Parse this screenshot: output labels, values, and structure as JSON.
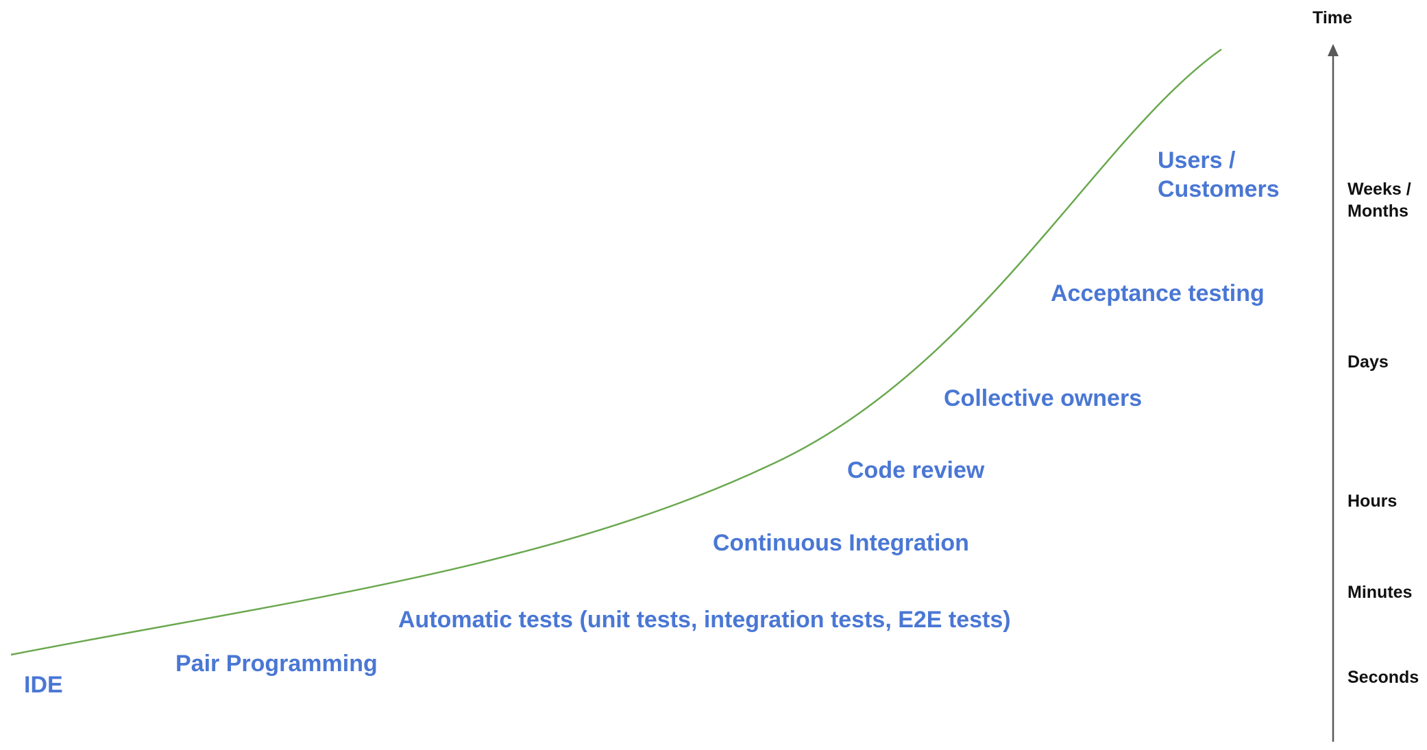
{
  "axis": {
    "title": "Time",
    "levels": {
      "weeks_line1": "Weeks /",
      "weeks_line2": "Months",
      "days": "Days",
      "hours": "Hours",
      "minutes": "Minutes",
      "seconds": "Seconds"
    }
  },
  "practices": {
    "ide": "IDE",
    "pair_programming": "Pair Programming",
    "automatic_tests": "Automatic tests (unit tests, integration tests, E2E tests)",
    "continuous_integration": "Continuous Integration",
    "code_review": "Code review",
    "collective_owners": "Collective owners",
    "acceptance_testing": "Acceptance testing",
    "users_line1": "Users /",
    "users_line2": "Customers"
  },
  "colors": {
    "practice_text": "#4a77d4",
    "curve": "#6aa84f",
    "axis": "#595959",
    "scale_text": "#111111"
  }
}
